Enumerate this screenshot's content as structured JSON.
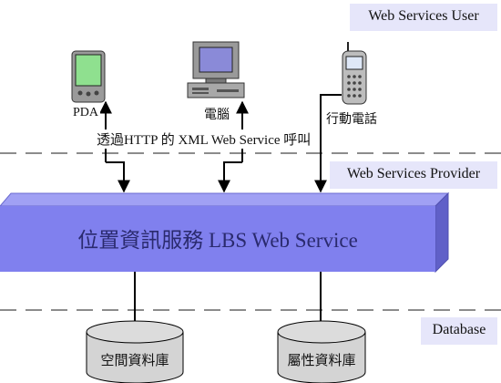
{
  "tiers": {
    "user": "Web Services User",
    "provider": "Web Services Provider",
    "database": "Database"
  },
  "devices": [
    {
      "icon": "pda-icon",
      "label": "PDA"
    },
    {
      "icon": "computer-icon",
      "label": "電腦"
    },
    {
      "icon": "mobile-phone-icon",
      "label": "行動電話"
    }
  ],
  "protocol_caption": "透過HTTP 的 XML Web Service 呼叫",
  "service_box": {
    "label": "位置資訊服務 LBS Web Service"
  },
  "databases": [
    {
      "icon": "database-icon",
      "label": "空間資料庫"
    },
    {
      "icon": "database-icon",
      "label": "屬性資料庫"
    }
  ],
  "colors": {
    "tier_label_bg": "#e6e6fa",
    "service_front": "#8080ee",
    "service_top": "#a0a0f4",
    "service_side": "#6060c8",
    "database_fill": "#d4d4d4"
  }
}
